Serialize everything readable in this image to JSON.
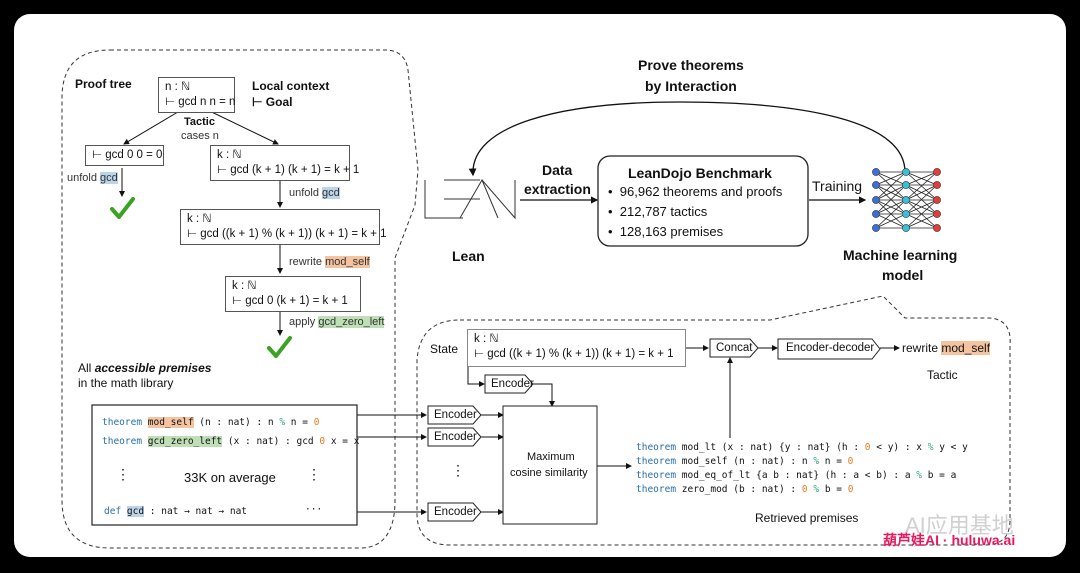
{
  "proof_tree": {
    "title": "Proof tree",
    "legend_local": "Local context",
    "legend_goal": "⊢ Goal",
    "tactic_label": "Tactic",
    "root": {
      "line1": "n : ℕ",
      "line2": "⊢ gcd n n = n"
    },
    "root_tactic": "cases n",
    "left": {
      "line1": "⊢ gcd 0 0 = 0"
    },
    "left_tactic_prefix": "unfold",
    "left_tactic_name": "gcd",
    "right": {
      "line1": "k : ℕ",
      "line2": "⊢ gcd (k + 1) (k + 1) = k + 1"
    },
    "right_tactic_prefix": "unfold",
    "right_tactic_name": "gcd",
    "mid": {
      "line1": "k : ℕ",
      "line2": "⊢  gcd ((k + 1) % (k + 1)) (k + 1) = k + 1"
    },
    "mid_tactic_prefix": "rewrite",
    "mid_tactic_name": "mod_self",
    "low": {
      "line1": "k : ℕ",
      "line2": "⊢ gcd 0 (k + 1) = k + 1"
    },
    "low_tactic_prefix": "apply",
    "low_tactic_name": "gcd_zero_left",
    "check_icon": "check-icon"
  },
  "premises": {
    "caption_prefix": "All",
    "caption_em": "accessible premises",
    "caption_line2": "in the math library",
    "row1": {
      "kw": "theorem",
      "name": "mod_self",
      "a": " (n : nat) : n ",
      "pct": "%",
      "b": " n = ",
      "n": "0"
    },
    "row2": {
      "kw": "theorem",
      "name": "gcd_zero_left",
      "a": " (x : nat) : gcd ",
      "n": "0",
      "b": " x = x"
    },
    "middle": "33K on average",
    "row3": {
      "kw": "def",
      "name": "gcd",
      "a": " : nat → nat → nat"
    },
    "ellipsis": "···",
    "vdots": "⋮"
  },
  "top": {
    "loop_title_1": "Prove theorems",
    "loop_title_2": "by Interaction",
    "lean_label": "Lean",
    "data_extraction_1": "Data",
    "data_extraction_2": "extraction",
    "benchmark": {
      "title": "LeanDojo Benchmark",
      "items": [
        "96,962 theorems and proofs",
        "212,787 tactics",
        "128,163 premises"
      ]
    },
    "training": "Training",
    "model_1": "Machine learning",
    "model_2": "model"
  },
  "retrieval": {
    "state_label": "State",
    "state": {
      "line1": "k : ℕ",
      "line2": "⊢  gcd ((k + 1) % (k + 1)) (k + 1) = k + 1"
    },
    "encoder": "Encoder",
    "concat": "Concat",
    "encoder_decoder": "Encoder-decoder",
    "output_prefix": "rewrite",
    "output_name": "mod_self",
    "tactic_label": "Tactic",
    "similarity_1": "Maximum",
    "similarity_2": "cosine similarity",
    "vdots": "⋮",
    "retrieved_label": "Retrieved premises",
    "retrieved": [
      {
        "kw": "theorem",
        "text": " mod_lt (x : nat) {y : nat} (h : ",
        "n": "0",
        "rest": " < y) : x ",
        "pct": "%",
        "tail": " y < y"
      },
      {
        "kw": "theorem",
        "text": " mod_self (n : nat) : n ",
        "n": "",
        "rest": "",
        "pct": "%",
        "tail": " n = ",
        "tail_n": "0"
      },
      {
        "kw": "theorem",
        "text": " mod_eq_of_lt {a b : nat} (h : a < b) : a ",
        "n": "",
        "rest": "",
        "pct": "%",
        "tail": " b = a"
      },
      {
        "kw": "theorem",
        "text": " zero_mod (b : nat) : ",
        "n": "0",
        "rest": " ",
        "pct": "%",
        "tail": " b = ",
        "tail_n": "0"
      }
    ]
  },
  "watermark": {
    "line1": "AI应用基地",
    "line2": "葫芦娃AI · huluwa.ai"
  }
}
